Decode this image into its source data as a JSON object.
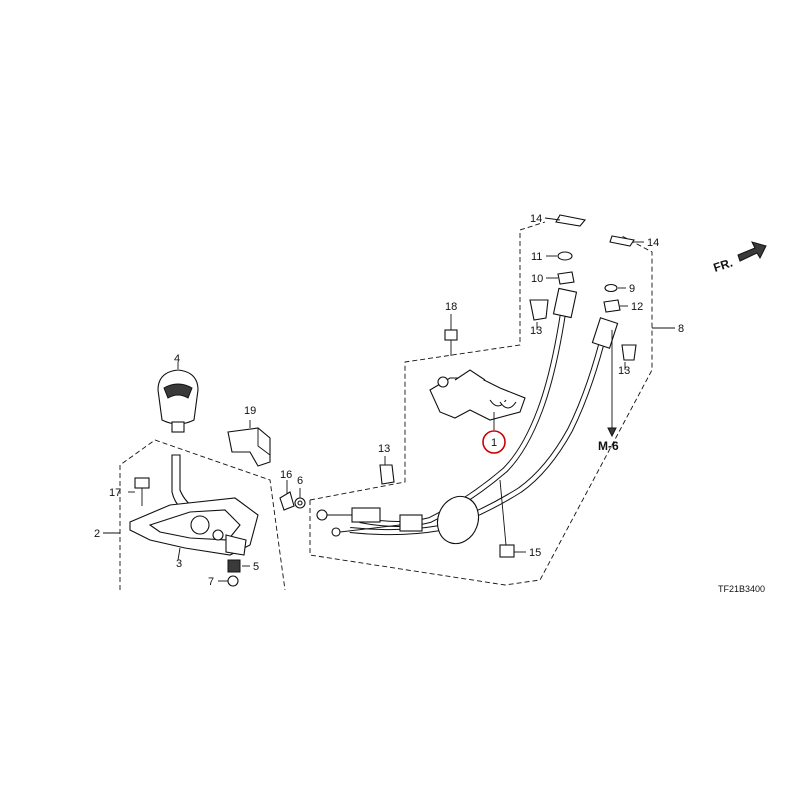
{
  "diagram": {
    "code": "TF21B3400",
    "direction_label": "FR.",
    "ref_label": "M-6",
    "callouts": {
      "c1": "1",
      "c2": "2",
      "c3": "3",
      "c4": "4",
      "c5": "5",
      "c6": "6",
      "c7": "7",
      "c8": "8",
      "c9": "9",
      "c10": "10",
      "c11": "11",
      "c12": "12",
      "c13a": "13",
      "c13b": "13",
      "c13c": "13",
      "c14a": "14",
      "c14b": "14",
      "c15": "15",
      "c16": "16",
      "c17": "17",
      "c18": "18",
      "c19": "19"
    },
    "colors": {
      "highlight": "#cc0000",
      "ink": "#111111"
    }
  }
}
